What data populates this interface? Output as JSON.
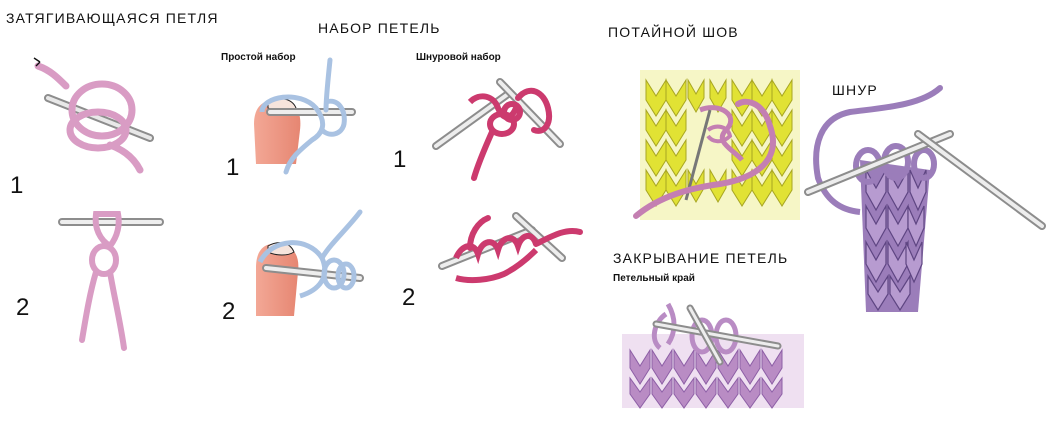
{
  "sections": {
    "slip_knot": {
      "title": "ЗАТЯГИВАЮЩАЯСЯ ПЕТЛЯ",
      "step1": "1",
      "step2": "2"
    },
    "cast_on": {
      "title": "НАБОР ПЕТЕЛЬ",
      "simple": {
        "label": "Простой набор",
        "step1": "1",
        "step2": "2"
      },
      "cable": {
        "label": "Шнуровой набор",
        "step1": "1",
        "step2": "2"
      }
    },
    "invisible_seam": {
      "title": "ПОТАЙНОЙ ШОВ"
    },
    "cord": {
      "title": "ШНУР"
    },
    "bind_off": {
      "title": "ЗАКРЫВАНИЕ ПЕТЕЛЬ",
      "edge_label": "Петельный край"
    }
  },
  "colors": {
    "pink": "#d99cc4",
    "blue": "#a9c2e2",
    "red": "#cc3a6e",
    "yellow": "#e1e234",
    "purple": "#9b7dba",
    "lilac": "#b98cc4",
    "needle": "#d9d9d9",
    "finger": "#f19a86"
  }
}
